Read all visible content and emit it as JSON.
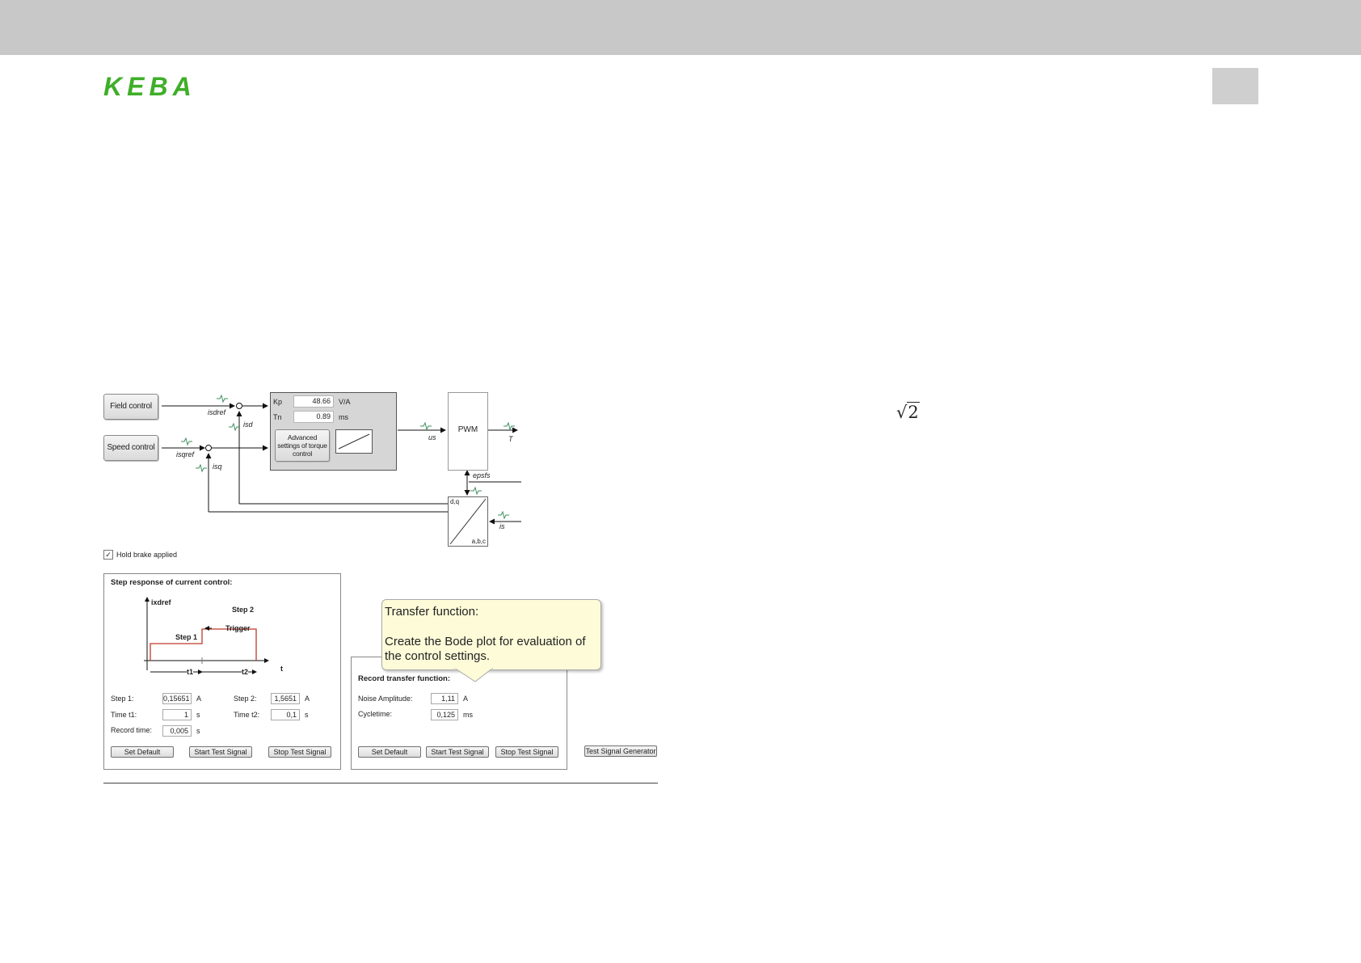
{
  "header": {
    "logo_text": "KEBA"
  },
  "formula": {
    "symbol": "√",
    "radicand": "2"
  },
  "diagram": {
    "buttons": {
      "field_control": "Field control",
      "speed_control": "Speed control"
    },
    "signals": {
      "isdref": "isdref",
      "isd": "isd",
      "isqref": "isqref",
      "isq": "isq",
      "us": "us",
      "t": "T",
      "epsfs": "epsfs",
      "is": "is"
    },
    "controller": {
      "kp_label": "Kp",
      "kp_value": "48.66",
      "kp_unit": "V/A",
      "tn_label": "Tn",
      "tn_value": "0.89",
      "tn_unit": "ms",
      "advanced_button": "Advanced settings of torque control"
    },
    "pwm_label": "PWM",
    "transform": {
      "top_left": "d,q",
      "bottom_right": "a,b,c"
    }
  },
  "hold_brake": {
    "label": "Hold brake applied",
    "checked": true
  },
  "step_response": {
    "title": "Step response of current control:",
    "chart": {
      "ylabel": "ixdref",
      "step1": "Step 1",
      "step2": "Step 2",
      "trigger": "Trigger",
      "t1": "t1",
      "t2": "t2",
      "taxis": "t"
    },
    "step1_label": "Step 1:",
    "step1_value": "0,15651",
    "step1_unit": "A",
    "step2_label": "Step 2:",
    "step2_value": "1,5651",
    "step2_unit": "A",
    "time_t1_label": "Time t1:",
    "time_t1_value": "1",
    "time_t1_unit": "s",
    "time_t2_label": "Time t2:",
    "time_t2_value": "0,1",
    "time_t2_unit": "s",
    "record_time_label": "Record time:",
    "record_time_value": "0,005",
    "record_time_unit": "s",
    "buttons": {
      "set_default": "Set Default",
      "start": "Start Test Signal",
      "stop": "Stop Test Signal"
    }
  },
  "transfer": {
    "title": "Record transfer function:",
    "noise_label": "Noise Amplitude:",
    "noise_value": "1,11",
    "noise_unit": "A",
    "cycle_label": "Cycletime:",
    "cycle_value": "0,125",
    "cycle_unit": "ms",
    "buttons": {
      "set_default": "Set Default",
      "start": "Start Test Signal",
      "stop": "Stop Test Signal"
    }
  },
  "test_signal_generator": "Test Signal Generator",
  "tooltip": {
    "title": "Transfer function:",
    "body": "Create the Bode plot for evaluation of the control settings."
  },
  "colors": {
    "logo_green": "#3fae29",
    "step_red": "#c0392b",
    "tooltip_bg": "#fdfbd8",
    "header_gray": "#c8c8c8"
  }
}
